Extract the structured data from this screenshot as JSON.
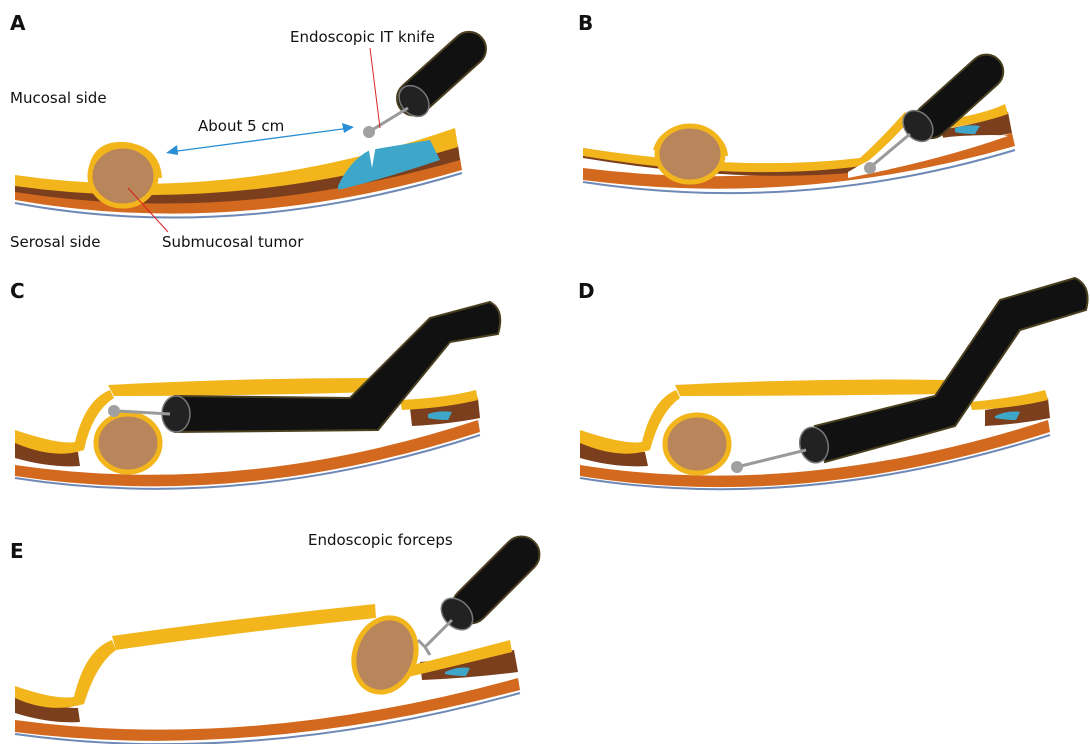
{
  "panels": {
    "a": {
      "letter": "A"
    },
    "b": {
      "letter": "B"
    },
    "c": {
      "letter": "C"
    },
    "d": {
      "letter": "D"
    },
    "e": {
      "letter": "E"
    }
  },
  "labels": {
    "knife": "Endoscopic IT knife",
    "mucosal_side": "Mucosal side",
    "distance": "About 5 cm",
    "serosal_side": "Serosal side",
    "tumor": "Submucosal tumor",
    "forceps": "Endoscopic forceps"
  },
  "colors": {
    "mucosa": "#f2b61c",
    "submucosa": "#7b3f1d",
    "muscle": "#d2691e",
    "serosa": "#6f89b6",
    "fluid": "#3ea6c8",
    "scope": "#111111"
  }
}
